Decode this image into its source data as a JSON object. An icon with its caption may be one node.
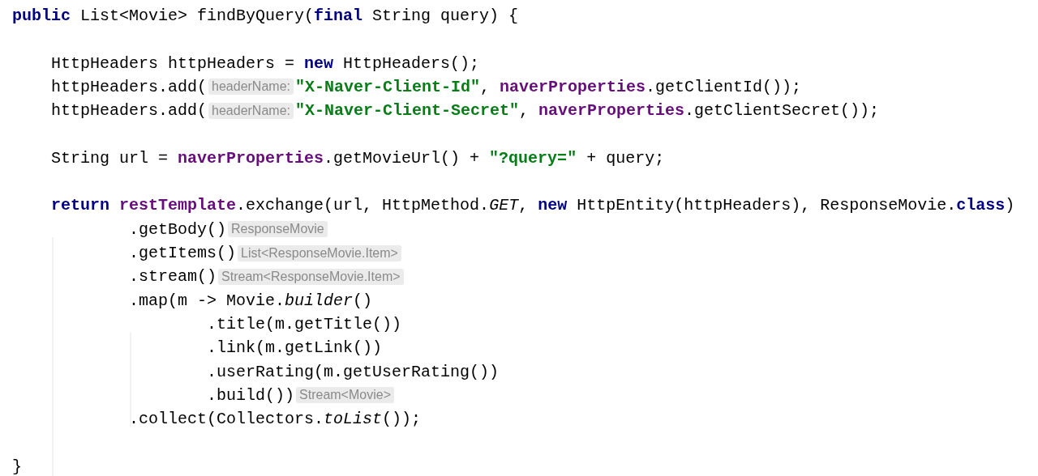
{
  "diagram": {
    "labels": [
      "**public** List<Movie> findByQuery(**final** String query) {",
      "HttpHeaders httpHeaders = **new** HttpHeaders();",
      "httpHeaders.add(",
      "headerName:",
      "**\"X-Naver-Client-Id\"**, **naverProperties**.getClientId());",
      "httpHeaders.add(",
      "headerName:",
      "**\"X-Naver-Client-Secret\"**, **naverProperties**.getClientSecret());",
      "String url = **naverProperties**.getMovieUrl() + **\"?query=\"** + query;",
      "**return** **restTemplate**.exchange(url, HttpMethod.*GET*, **new** HttpEntity(httpHeaders), ResponseMovie.**class**)",
      ".getBody()",
      "ResponseMovie",
      ".getItems()",
      "List<ResponseMovie.Item>",
      ".stream()",
      "Stream<ResponseMovie.Item>",
      ".map(m -> Movie.*builder*()",
      ".title(m.getTitle())",
      ".link(m.getLink())",
      ".userRating(m.getUserRating())",
      ".build())",
      "Stream<Movie>",
      ".collect(Collectors.*toList*());",
      "}"
    ]
  }
}
